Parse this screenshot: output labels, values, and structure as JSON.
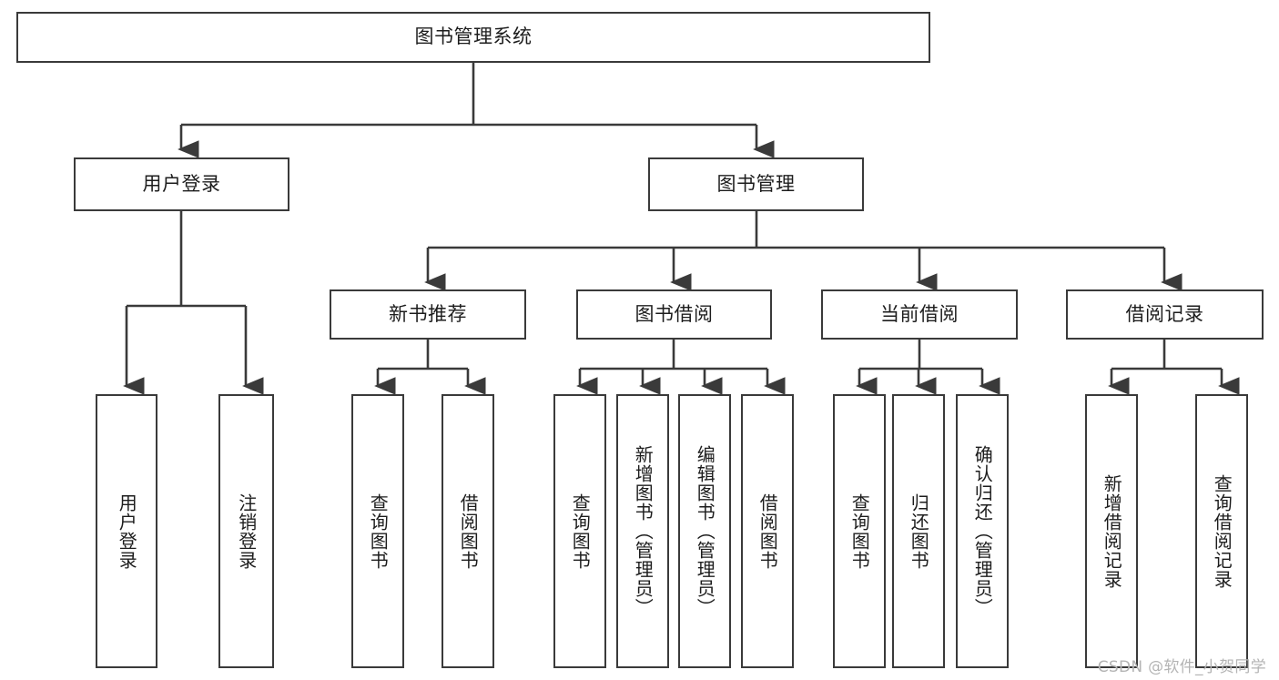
{
  "diagram": {
    "type": "tree-hierarchy-chart",
    "title": "图书管理系统",
    "line_color": "#3a3a3a",
    "box_fill": "#ffffff",
    "text_color": "#1d1d1d",
    "root": {
      "label": "图书管理系统",
      "orientation": "horizontal"
    },
    "level2": [
      {
        "label": "用户登录",
        "orientation": "horizontal"
      },
      {
        "label": "图书管理",
        "orientation": "horizontal"
      }
    ],
    "level3": [
      {
        "label": "新书推荐",
        "orientation": "horizontal"
      },
      {
        "label": "图书借阅",
        "orientation": "horizontal"
      },
      {
        "label": "当前借阅",
        "orientation": "horizontal"
      },
      {
        "label": "借阅记录",
        "orientation": "horizontal"
      }
    ],
    "leaves": {
      "user_login": [
        {
          "label": "用户登录",
          "orientation": "vertical"
        },
        {
          "label": "注销登录",
          "orientation": "vertical"
        }
      ],
      "new_book_recommend": [
        {
          "label": "查询图书",
          "orientation": "vertical"
        },
        {
          "label": "借阅图书",
          "orientation": "vertical"
        }
      ],
      "book_borrow": [
        {
          "label": "查询图书",
          "orientation": "vertical"
        },
        {
          "label": "新增图书（管理员）",
          "orientation": "vertical"
        },
        {
          "label": "编辑图书（管理员）",
          "orientation": "vertical"
        },
        {
          "label": "借阅图书",
          "orientation": "vertical"
        }
      ],
      "current_borrow": [
        {
          "label": "查询图书",
          "orientation": "vertical"
        },
        {
          "label": "归还图书",
          "orientation": "vertical"
        },
        {
          "label": "确认归还（管理员）",
          "orientation": "vertical"
        }
      ],
      "borrow_record": [
        {
          "label": "新增借阅记录",
          "orientation": "vertical"
        },
        {
          "label": "查询借阅记录",
          "orientation": "vertical"
        }
      ]
    }
  },
  "watermark": {
    "text": "CSDN @软件_小贺同学",
    "color": "#b4b4b4"
  }
}
